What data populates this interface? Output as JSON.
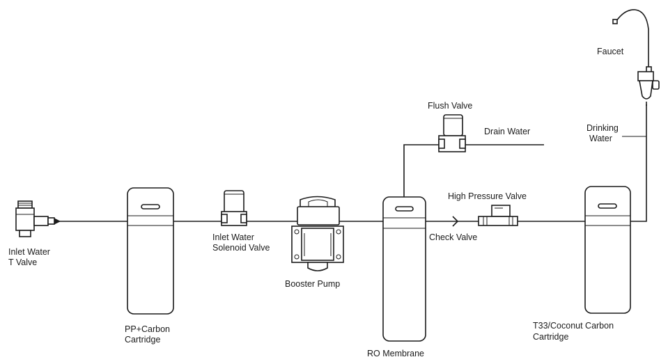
{
  "labels": {
    "inlet_valve": [
      "Inlet Water",
      "T Valve"
    ],
    "pp_carbon": [
      "PP+Carbon",
      "Cartridge"
    ],
    "solenoid_valve": [
      "Inlet Water",
      "Solenoid Valve"
    ],
    "booster_pump": "Booster Pump",
    "ro_membrane": "RO Membrane",
    "flush_valve": "Flush Valve",
    "drain_water": "Drain Water",
    "high_pressure_valve": "High Pressure Valve",
    "check_valve": "Check Valve",
    "t33_cartridge": [
      "T33/Coconut Carbon",
      "Cartridge"
    ],
    "drinking_water": [
      "Drinking",
      "Water"
    ],
    "faucet": "Faucet"
  }
}
